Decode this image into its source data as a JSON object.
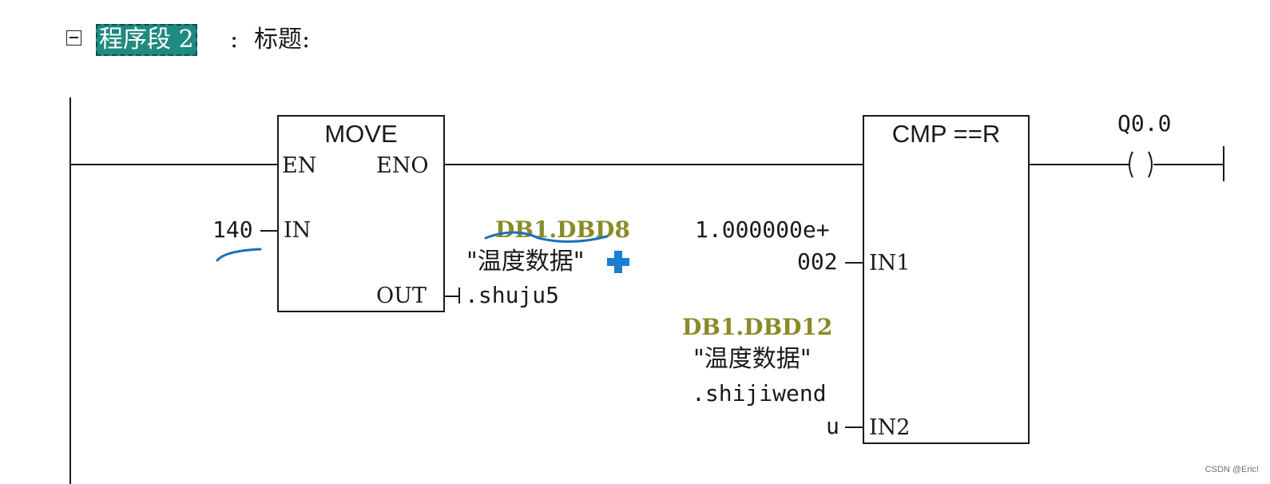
{
  "network": {
    "title": "程序段 2",
    "colon": ":",
    "comment": "标题:"
  },
  "move_block": {
    "name": "MOVE",
    "pin_en": "EN",
    "pin_eno": "ENO",
    "pin_in": "IN",
    "pin_out": "OUT",
    "in_value": "140",
    "out_address": "DB1.DBD8",
    "out_symbol": "\"温度数据\"",
    "out_member": ".shuju5"
  },
  "cmp_block": {
    "name": "CMP ==R",
    "pin_in1": "IN1",
    "pin_in2": "IN2",
    "in1_line1": "1.000000e+",
    "in1_line2": "002",
    "in2_address": "DB1.DBD12",
    "in2_symbol": "\"温度数据\"",
    "in2_member": ".shijiwend",
    "in2_member_tail": "u"
  },
  "coil": {
    "label": "Q0.0",
    "symbol": "( )"
  },
  "watermark": "CSDN @Eric!",
  "colors": {
    "network_title_bg": "#1e8a80",
    "address_text": "#8a8a28",
    "annotation_ink": "#1a6fb8"
  }
}
